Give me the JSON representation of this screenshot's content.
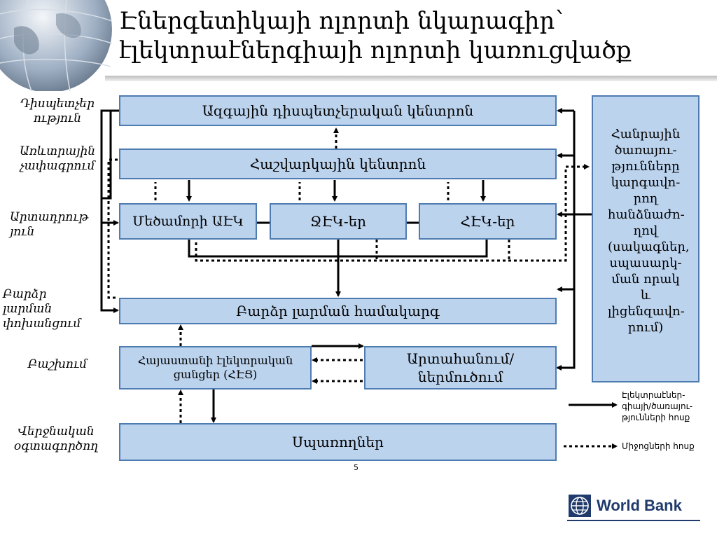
{
  "title": {
    "line1": "Էներգետիկայի ոլորտի նկարագիր`",
    "line2": "էլեկտրաէներգիայի ոլորտի կառուցվածք"
  },
  "left_labels": {
    "dispatch": "Դիսպետչեր ություն",
    "commercial_metering": "Առևտրային չափագրում",
    "generation": "Արտադրութ յուն",
    "high_voltage_transmission": "Բարձր լարման փոխանցում",
    "distribution": "Բաշխում",
    "end_users": "Վերջնական օգտագործող"
  },
  "boxes": {
    "national_dispatch_center": "Ազգային դիսպետչերական կենտրոն",
    "settlement_center": "Հաշվարկային կենտրոն",
    "metsamor_npp": "Մեծամորի ԱԷԿ",
    "hpps": "ՋԷԿ-եր",
    "tpps": "ՀԷԿ-եր",
    "high_voltage_system": "Բարձր լարման համակարգ",
    "electric_networks": "Հայաստանի էլեկտրական ցանցեր (ՀԷՑ)",
    "export_import": "Արտահանում/ ներմուծում",
    "consumers": "Սպառողներ",
    "public_services_regulator": "Հանրային ծառայու- թյունները կարգավո- րող հանձնաժո- ղով (սակագներ, սպասարկ- ման որակ և լիցենզավո- րում)"
  },
  "legend": {
    "solid_line_label": "Էլեկտրաէներ- գիայի/ծառայու- թյունների հոսք",
    "dotted_line_label": "Միջոցների հոսք"
  },
  "page_number": "5",
  "logo": {
    "text": "World Bank"
  },
  "colors": {
    "box_fill": "#bcd3ee",
    "box_border": "#4f7cb0",
    "arrow": "#000000",
    "logo_text": "#1f3a6b"
  }
}
